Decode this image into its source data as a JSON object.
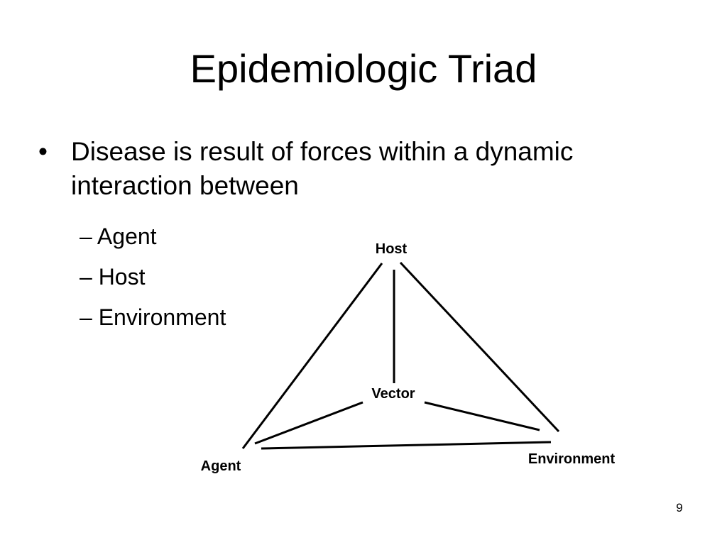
{
  "slide": {
    "title": "Epidemiologic Triad",
    "bullet": {
      "marker": "•",
      "text": "Disease is result of forces within a dynamic interaction between"
    },
    "sub_items": [
      {
        "marker": "–",
        "label": "Agent"
      },
      {
        "marker": "–",
        "label": "Host"
      },
      {
        "marker": "–",
        "label": "Environment"
      }
    ],
    "page_number": "9"
  },
  "diagram": {
    "nodes": {
      "host": "Host",
      "vector": "Vector",
      "agent": "Agent",
      "environment": "Environment"
    },
    "edges": [
      [
        "Host",
        "Agent"
      ],
      [
        "Host",
        "Environment"
      ],
      [
        "Host",
        "Vector"
      ],
      [
        "Vector",
        "Agent"
      ],
      [
        "Vector",
        "Environment"
      ],
      [
        "Agent",
        "Environment"
      ]
    ]
  }
}
